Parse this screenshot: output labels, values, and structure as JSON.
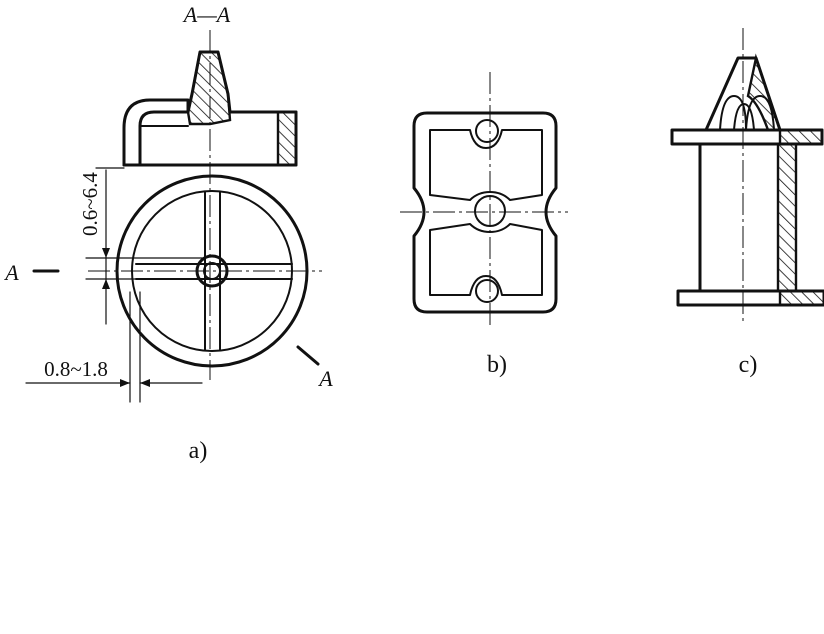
{
  "figure": {
    "section_label": "A—A",
    "cut_mark_left": "A",
    "cut_mark_right": "A",
    "dim_vertical": "0.6~6.4",
    "dim_horizontal": "0.8~1.8",
    "caption_a": "a)",
    "caption_b": "b)",
    "caption_c": "c)"
  }
}
